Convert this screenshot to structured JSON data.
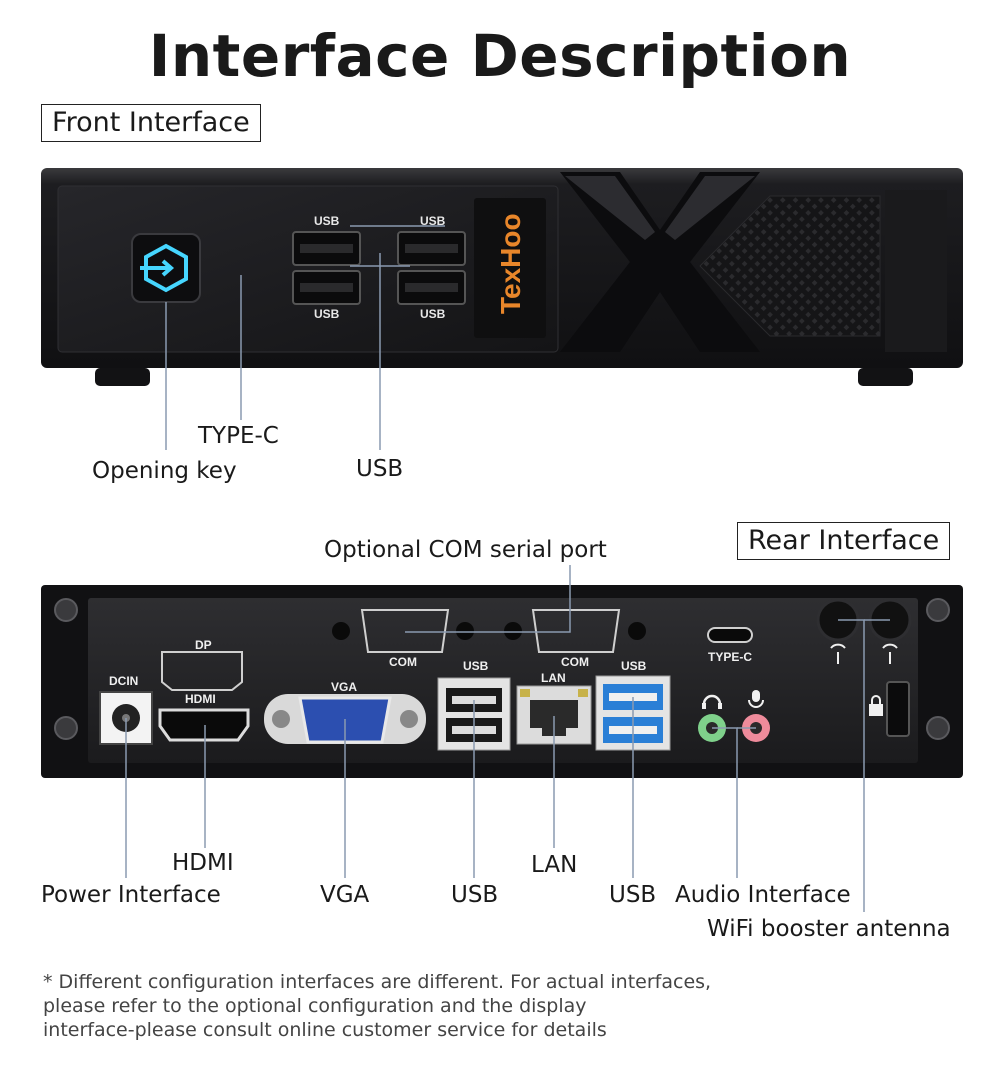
{
  "title": "Interface Description",
  "front": {
    "section_label": "Front Interface",
    "brand": "TexHoo",
    "port_text": {
      "usb_tl": "USB",
      "usb_tr": "USB",
      "usb_bl": "USB",
      "usb_br": "USB"
    },
    "callouts": {
      "opening_key": "Opening key",
      "type_c": "TYPE-C",
      "usb": "USB"
    }
  },
  "rear": {
    "section_label": "Rear Interface",
    "port_text": {
      "dcin": "DCIN",
      "dp": "DP",
      "hdmi": "HDMI",
      "vga": "VGA",
      "com1": "COM",
      "com2": "COM",
      "usb1": "USB",
      "lan": "LAN",
      "usb2": "USB",
      "type_c": "TYPE-C"
    },
    "callouts": {
      "com_serial": "Optional COM serial port",
      "hdmi": "HDMI",
      "power": "Power Interface",
      "vga": "VGA",
      "usb1": "USB",
      "lan": "LAN",
      "usb2": "USB",
      "audio": "Audio Interface",
      "wifi": "WiFi booster antenna"
    }
  },
  "footnote": {
    "line1": "* Different configuration interfaces are different. For actual interfaces,",
    "line2": "please refer to the optional configuration and the display",
    "line3": "interface-please consult online customer service for details"
  },
  "colors": {
    "device_body": "#1c1c1e",
    "brand_orange": "#e8862a",
    "power_cyan": "#46d6ff",
    "usb3_blue": "#2a7fd6",
    "vga_blue": "#2c4fb0",
    "audio_green": "#7fd18b",
    "audio_pink": "#ee8b9b"
  }
}
